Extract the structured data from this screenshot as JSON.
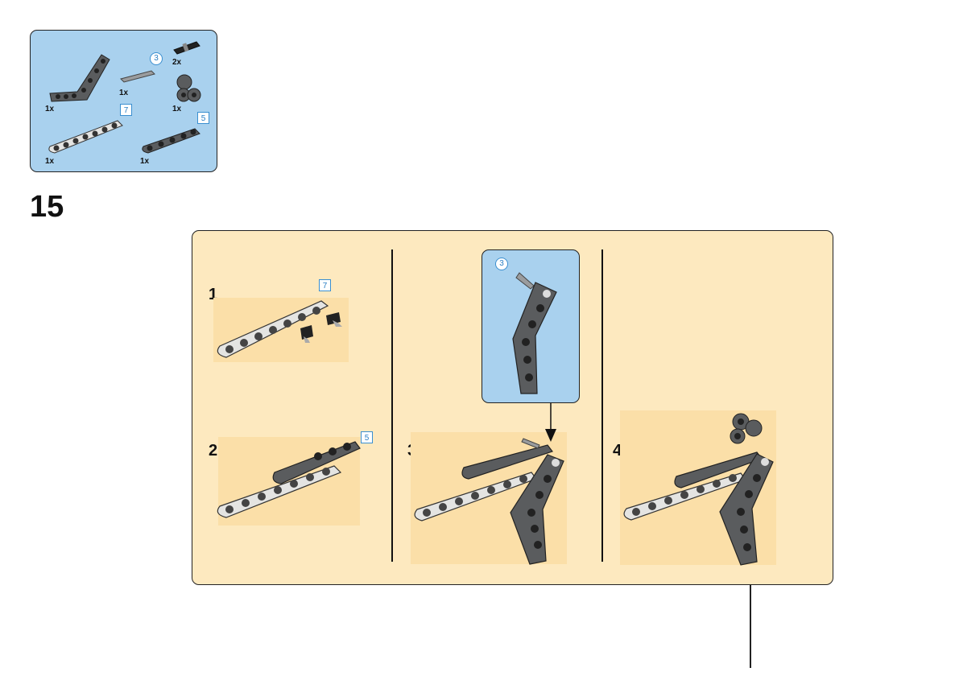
{
  "parts_list": {
    "items": [
      {
        "name": "bent-liftarm",
        "qty": "1x"
      },
      {
        "name": "axle",
        "qty": "1x",
        "length": "3"
      },
      {
        "name": "friction-pin",
        "qty": "2x"
      },
      {
        "name": "double-cross-block",
        "qty": "1x"
      },
      {
        "name": "white-beam",
        "qty": "1x",
        "length": "7"
      },
      {
        "name": "dark-beam",
        "qty": "1x",
        "length": "5"
      }
    ]
  },
  "step": {
    "number": "15",
    "substeps": [
      {
        "number": "1",
        "part_length": "7"
      },
      {
        "number": "2",
        "part_length": "5"
      },
      {
        "number": "3"
      },
      {
        "number": "4"
      }
    ],
    "callout": {
      "axle_length": "3"
    }
  },
  "colors": {
    "parts_bg": "#a9d1ee",
    "step_bg": "#fde9bf",
    "highlight_bg": "#fbdfa8",
    "dark_gray": "#5a5c5e",
    "light_gray": "#e4e4e2",
    "length_blue": "#3a8fd0"
  }
}
